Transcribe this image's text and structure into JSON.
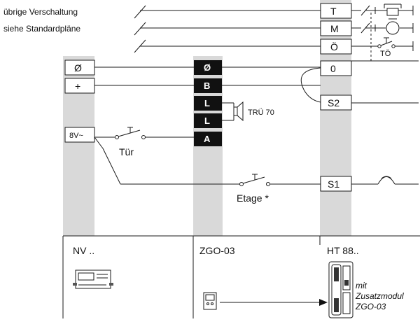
{
  "note": {
    "line1": "übrige Verschaltung",
    "line2": "siehe Standardpläne"
  },
  "ht_terminals": [
    "T",
    "M",
    "Ö",
    "0",
    "S2",
    "S1"
  ],
  "power_terminals": [
    "Ø",
    "+",
    "8V~"
  ],
  "zgo_terminals": [
    "Ø",
    "B",
    "L",
    "L",
    "A"
  ],
  "labels": {
    "door_switch": "Tür",
    "floor_switch": "Etage *",
    "speaker": "TRÜ 70",
    "to_symbol": "TÖ"
  },
  "devices": {
    "nv": "NV ..",
    "zgo": "ZGO-03",
    "ht": "HT 88..",
    "addon_line1": "mit",
    "addon_line2": "Zusatzmodul",
    "addon_line3": "ZGO-03"
  },
  "colors": {
    "column_gray": "#d9d9d9",
    "terminal_dark": "#111111",
    "line": "#1a1a1a"
  }
}
